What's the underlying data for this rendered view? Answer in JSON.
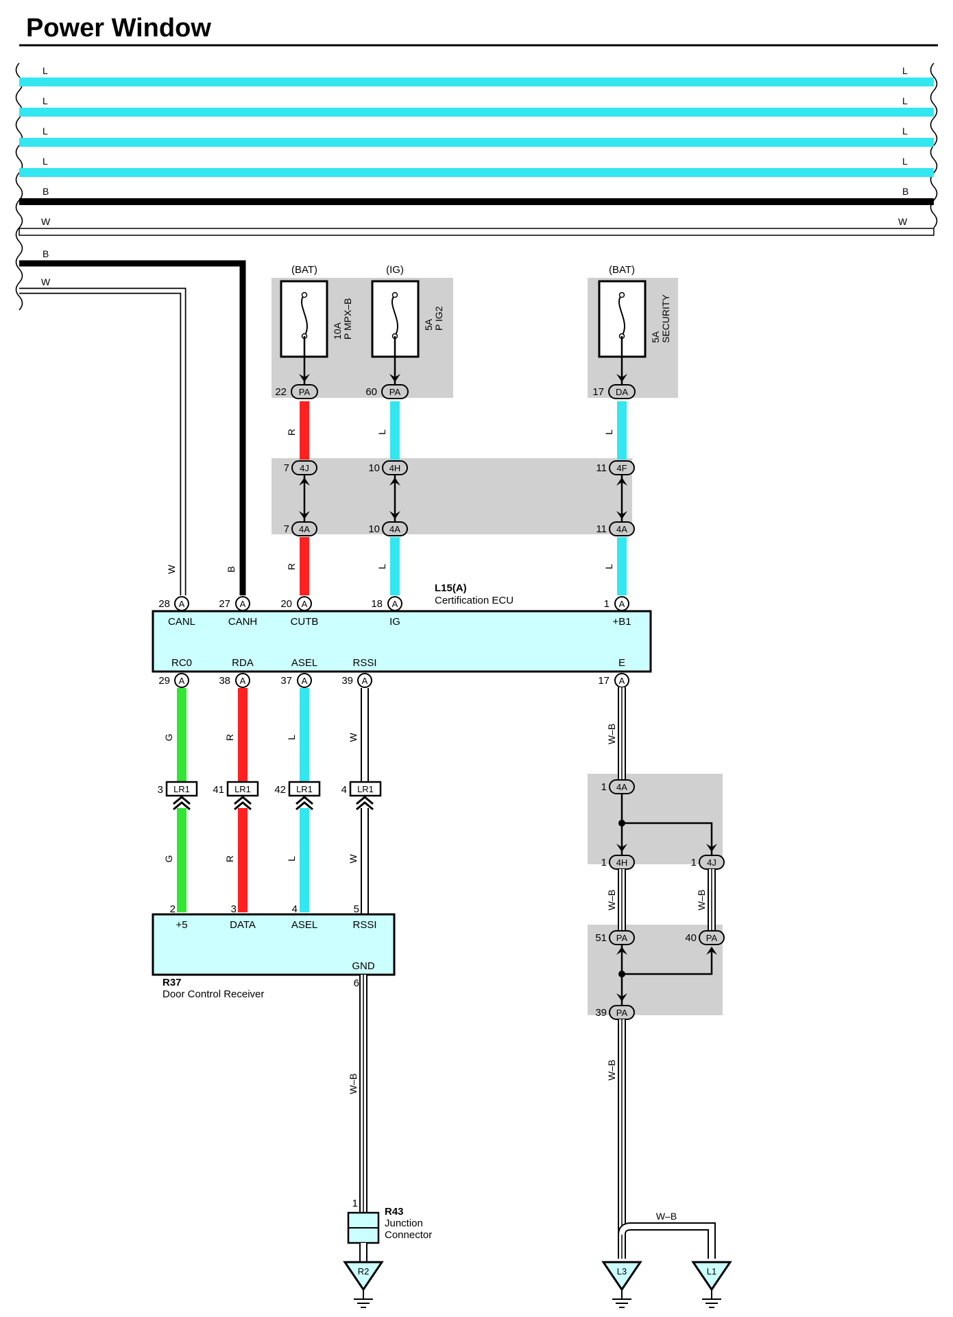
{
  "title": "Power Window",
  "colors": {
    "L": "#33e6f0",
    "R": "#ff2020",
    "G": "#33e633",
    "B": "#000000",
    "W": "#ffffff",
    "component_fill": "#ccffff",
    "panel_gray": "#d0d0d0"
  },
  "bus_wires": [
    {
      "code": "L",
      "left": "L",
      "right": "L"
    },
    {
      "code": "L",
      "left": "L",
      "right": "L"
    },
    {
      "code": "L",
      "left": "L",
      "right": "L"
    },
    {
      "code": "L",
      "left": "L",
      "right": "L"
    },
    {
      "code": "B",
      "left": "B",
      "right": "B"
    },
    {
      "code": "W",
      "left": "W",
      "right": "W"
    }
  ],
  "branch_wires": [
    {
      "code": "B",
      "label": "B"
    },
    {
      "code": "W",
      "label": "W"
    }
  ],
  "fuses": [
    {
      "source": "(BAT)",
      "rating": "10A",
      "name": "P MPX–B",
      "pin": "22",
      "connector": "PA"
    },
    {
      "source": "(IG)",
      "rating": "5A",
      "name": "P IG2",
      "pin": "60",
      "connector": "PA"
    },
    {
      "source": "(BAT)",
      "rating": "5A",
      "name": "SECURITY",
      "pin": "17",
      "connector": "DA"
    }
  ],
  "intermediate_connectors": [
    {
      "upper_pin": "7",
      "upper": "4J",
      "lower_pin": "7",
      "lower": "4A"
    },
    {
      "upper_pin": "10",
      "upper": "4H",
      "lower_pin": "10",
      "lower": "4A"
    },
    {
      "upper_pin": "11",
      "upper": "4F",
      "lower_pin": "11",
      "lower": "4A"
    }
  ],
  "ecu": {
    "ref": "L15(A)",
    "name": "Certification ECU",
    "connector": "A",
    "top_pins": [
      {
        "pin": "28",
        "terminal": "CANL",
        "wire": "W"
      },
      {
        "pin": "27",
        "terminal": "CANH",
        "wire": "B"
      },
      {
        "pin": "20",
        "terminal": "CUTB",
        "wire": "R"
      },
      {
        "pin": "18",
        "terminal": "IG",
        "wire": "L"
      },
      {
        "pin": "1",
        "terminal": "+B1",
        "wire": "L"
      }
    ],
    "bottom_pins": [
      {
        "pin": "29",
        "terminal": "RC0",
        "wire": "G"
      },
      {
        "pin": "38",
        "terminal": "RDA",
        "wire": "R"
      },
      {
        "pin": "37",
        "terminal": "ASEL",
        "wire": "L"
      },
      {
        "pin": "39",
        "terminal": "RSSI",
        "wire": "W"
      },
      {
        "pin": "17",
        "terminal": "E",
        "wire": "W–B"
      }
    ]
  },
  "inline_connectors": [
    {
      "pin": "3",
      "name": "LR1"
    },
    {
      "pin": "41",
      "name": "LR1"
    },
    {
      "pin": "42",
      "name": "LR1"
    },
    {
      "pin": "4",
      "name": "LR1"
    }
  ],
  "receiver": {
    "ref": "R37",
    "name": "Door Control Receiver",
    "pins": [
      {
        "pin": "2",
        "terminal": "+5",
        "wire": "G"
      },
      {
        "pin": "3",
        "terminal": "DATA",
        "wire": "R"
      },
      {
        "pin": "4",
        "terminal": "ASEL",
        "wire": "L"
      },
      {
        "pin": "5",
        "terminal": "RSSI",
        "wire": "W"
      }
    ],
    "gnd_terminal": "GND",
    "gnd_pin": "6",
    "gnd_wire": "W–B"
  },
  "junction": {
    "ref": "R43",
    "name_line1": "Junction",
    "name_line2": "Connector",
    "pin": "1"
  },
  "ground_path": {
    "wire": "W–B",
    "c_4a_pin": "1",
    "c_4a": "4A",
    "c_4h_pin": "1",
    "c_4h": "4H",
    "c_4j_pin": "1",
    "c_4j": "4J",
    "c_pa51_pin": "51",
    "c_pa51": "PA",
    "c_pa40_pin": "40",
    "c_pa40": "PA",
    "c_pa39_pin": "39",
    "c_pa39": "PA",
    "branch_wire": "W–B"
  },
  "grounds": [
    "R2",
    "L3",
    "L1"
  ]
}
